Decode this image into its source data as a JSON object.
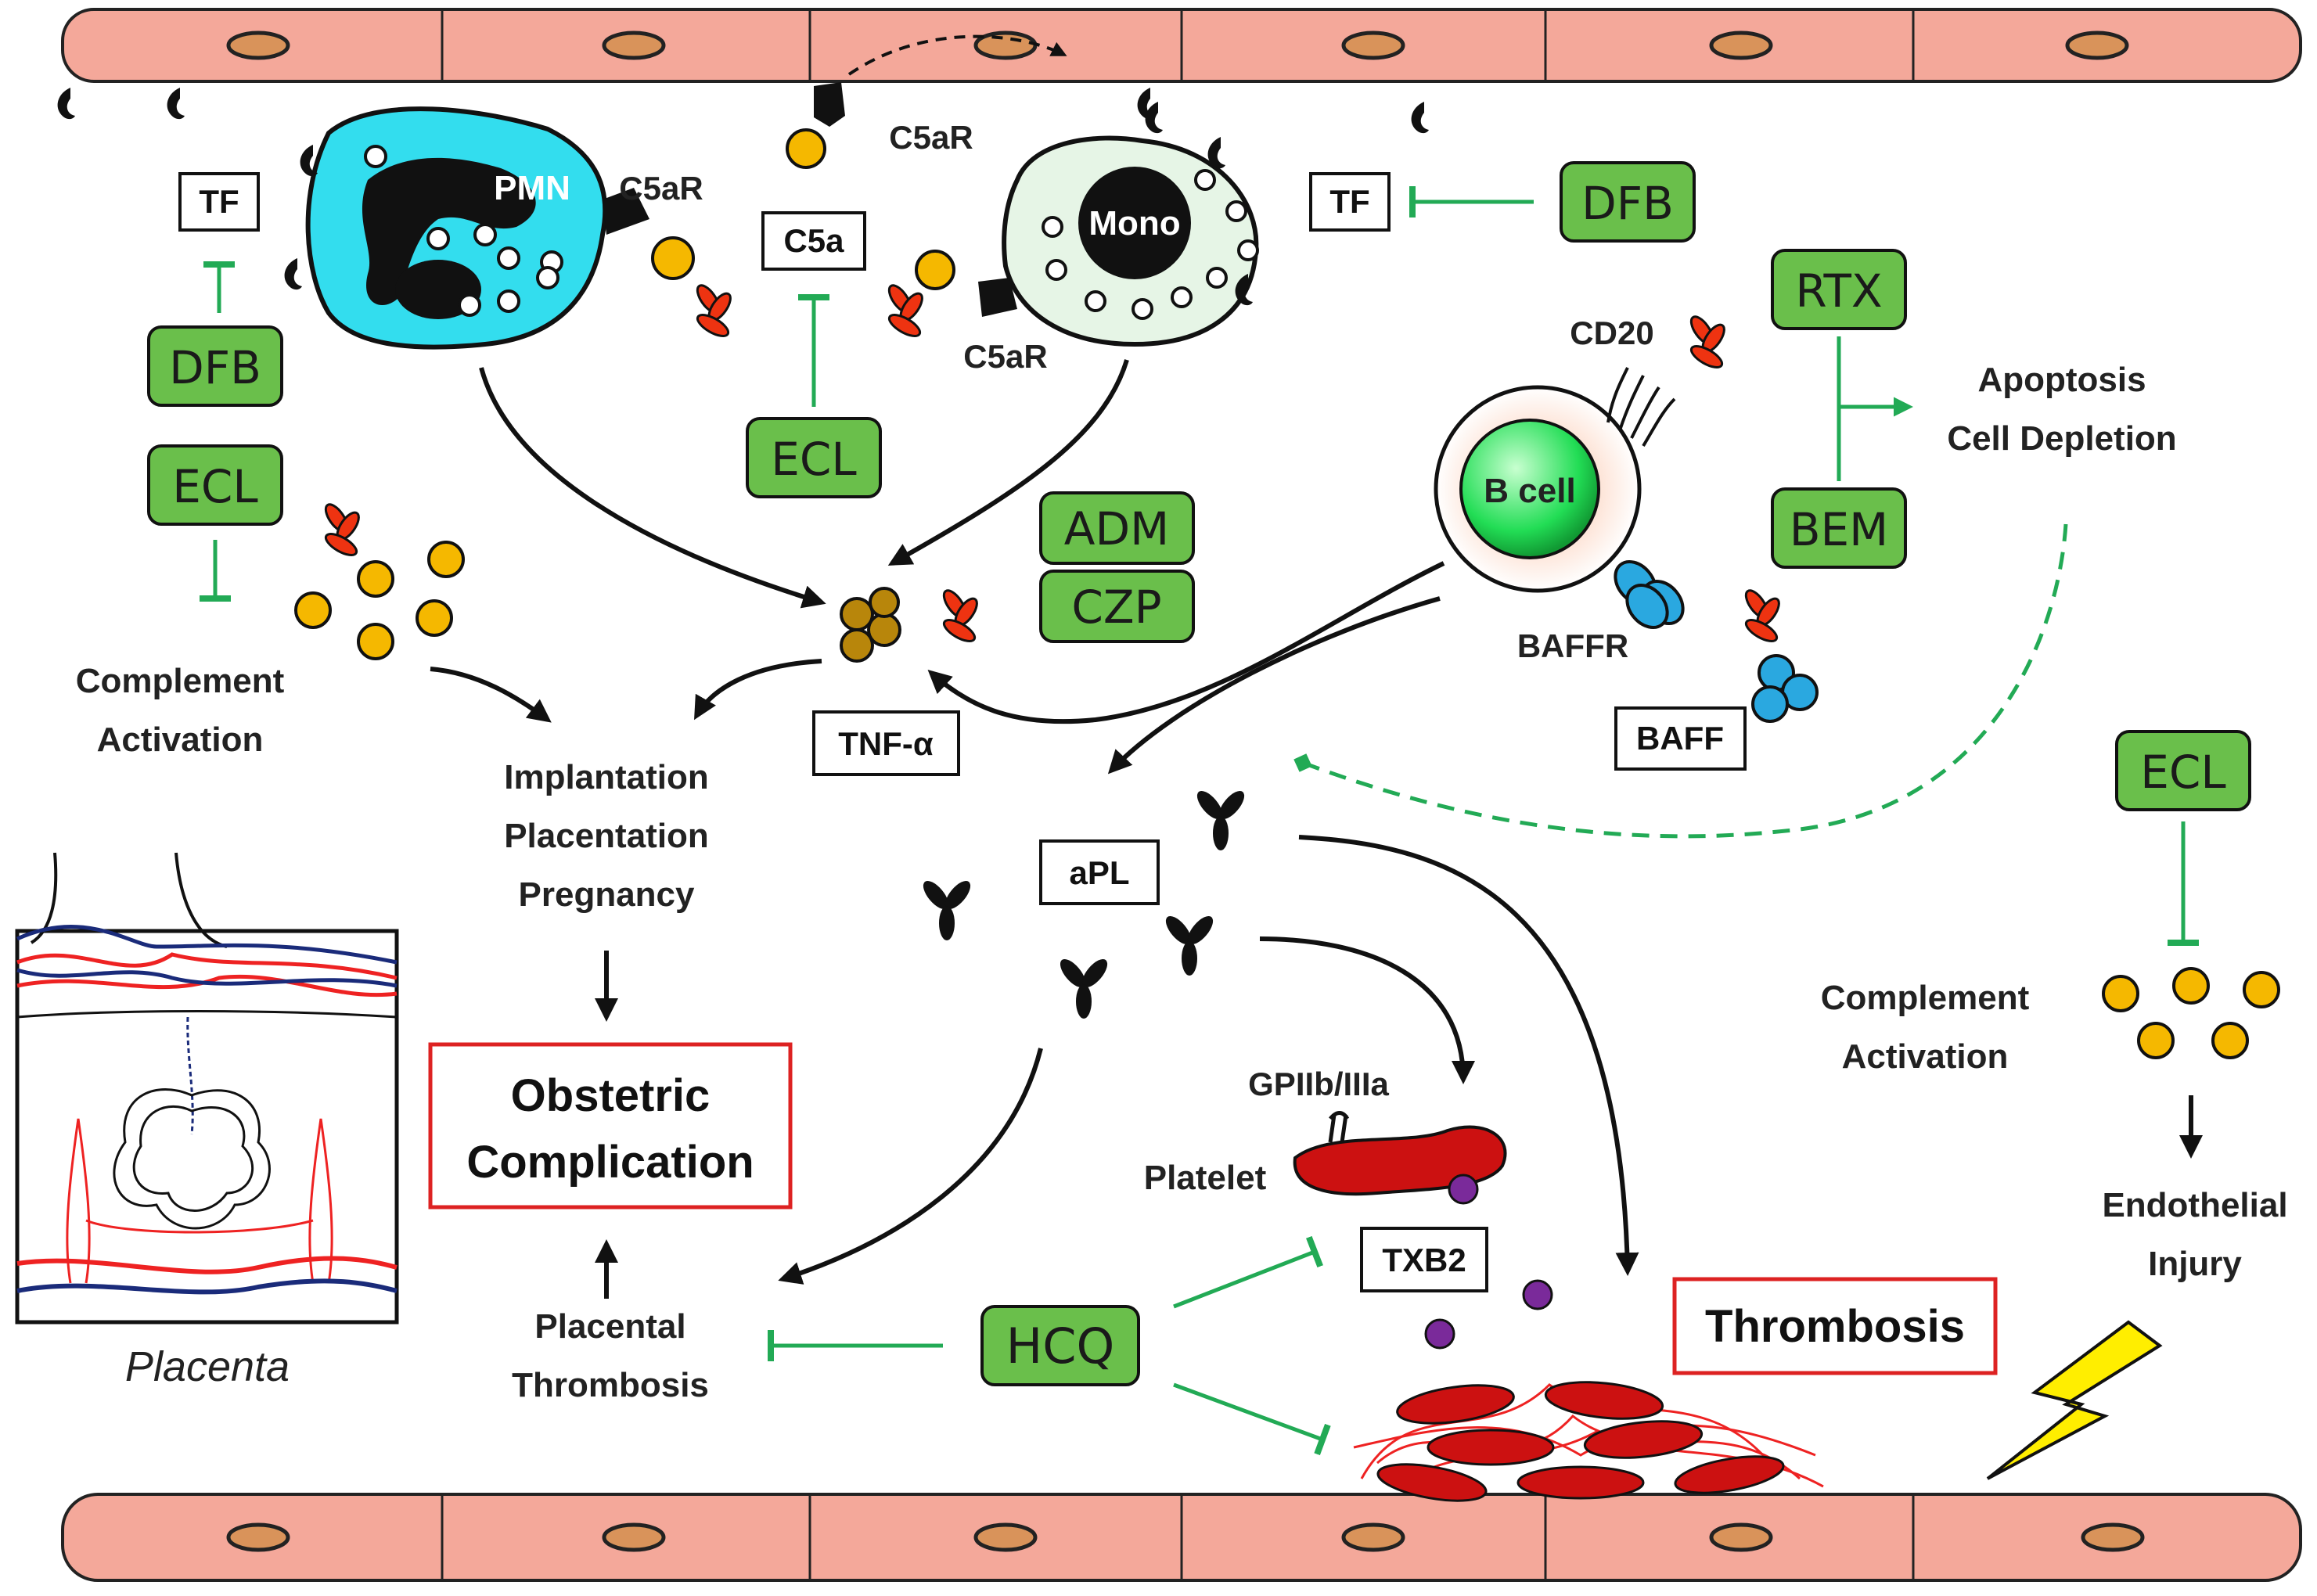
{
  "cells": {
    "neutrophil": "PMN",
    "monocyte": "Mono",
    "b_cell": "B cell"
  },
  "receptors": {
    "c5ar_pmn": "C5aR",
    "c5ar_top": "C5aR",
    "c5ar_mono": "C5aR",
    "cd20": "CD20",
    "baffr": "BAFFR",
    "gp": "GPIIb/IIIa"
  },
  "drugs": {
    "dfb_left": "DFB",
    "ecl_left": "ECL",
    "ecl_mid": "ECL",
    "dfb_right": "DFB",
    "rtx": "RTX",
    "bem": "BEM",
    "adm": "ADM",
    "czp": "CZP",
    "hcq": "HCQ",
    "ecl_right": "ECL"
  },
  "boxes": {
    "tf_left": "TF",
    "c5a": "C5a",
    "tf_right": "TF",
    "tnf": "TNF-α",
    "baff": "BAFF",
    "apl": "aPL",
    "txb2": "TXB2"
  },
  "outcomes": {
    "obstetric_line1": "Obstetric",
    "obstetric_line2": "Complication",
    "thrombosis": "Thrombosis"
  },
  "labels": {
    "complement_left_1": "Complement",
    "complement_left_2": "Activation",
    "implantation": "Implantation",
    "placentation": "Placentation",
    "pregnancy": "Pregnancy",
    "apoptosis": "Apoptosis",
    "cell_depletion": "Cell Depletion",
    "complement_right_1": "Complement",
    "complement_right_2": "Activation",
    "endothelial_1": "Endothelial",
    "endothelial_2": "Injury",
    "platelet": "Platelet",
    "placental_1": "Placental",
    "placental_2": "Thrombosis",
    "placenta": "Placenta"
  },
  "colors": {
    "endothelium": "#f4a89a",
    "drug_box": "#6abf4b",
    "inhibition": "#22aa55",
    "neutrophil": "#33ddee",
    "monocyte": "#e6f5e6",
    "complement": "#f5b800",
    "antibody_red": "#ee3311",
    "platelet": "#cc1111",
    "txb2": "#7a2a9a",
    "outcome_border": "#dd2222"
  }
}
